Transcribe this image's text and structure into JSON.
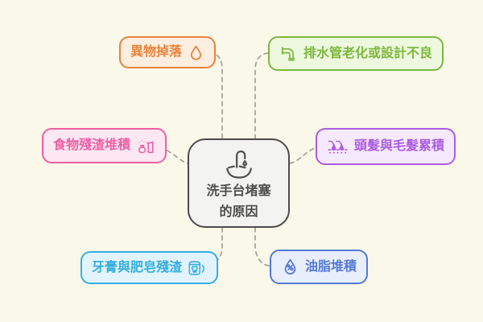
{
  "background_color": "#faf8e8",
  "connector_color": "#a6a59b",
  "center": {
    "icon": "sink-icon",
    "line1": "洗手台堵塞",
    "line2": "的原因",
    "border_color": "#4b4b4b",
    "fill_color": "#f3f3f1",
    "text_color": "#4d4d4d"
  },
  "nodes": [
    {
      "id": "foreign-object-drop",
      "label": "異物掉落",
      "icon": "water-drop-icon",
      "accent_color": "#e8823b",
      "fill_color": "#fdeee0",
      "position": "top-left"
    },
    {
      "id": "drain-pipe-aging",
      "label": "排水管老化或設計不良",
      "icon": "pipe-icon",
      "accent_color": "#7cb83d",
      "fill_color": "#eef8df",
      "position": "top-right"
    },
    {
      "id": "food-residue",
      "label": "食物殘渣堆積",
      "icon": "food-waste-icon",
      "accent_color": "#ee5fa4",
      "fill_color": "#fce7f2",
      "position": "middle-left"
    },
    {
      "id": "hair-accumulation",
      "label": "頭髮與毛髮累積",
      "icon": "hair-icon",
      "accent_color": "#ac5ce2",
      "fill_color": "#f5eafd",
      "position": "middle-right"
    },
    {
      "id": "toothpaste-soap-residue",
      "label": "牙膏與肥皂殘渣",
      "icon": "toothpaste-icon",
      "accent_color": "#35aee0",
      "fill_color": "#e2f4fb",
      "position": "bottom-left"
    },
    {
      "id": "grease-buildup",
      "label": "油脂堆積",
      "icon": "oil-drop-icon",
      "accent_color": "#5579d6",
      "fill_color": "#e8eefb",
      "position": "bottom-right"
    }
  ]
}
